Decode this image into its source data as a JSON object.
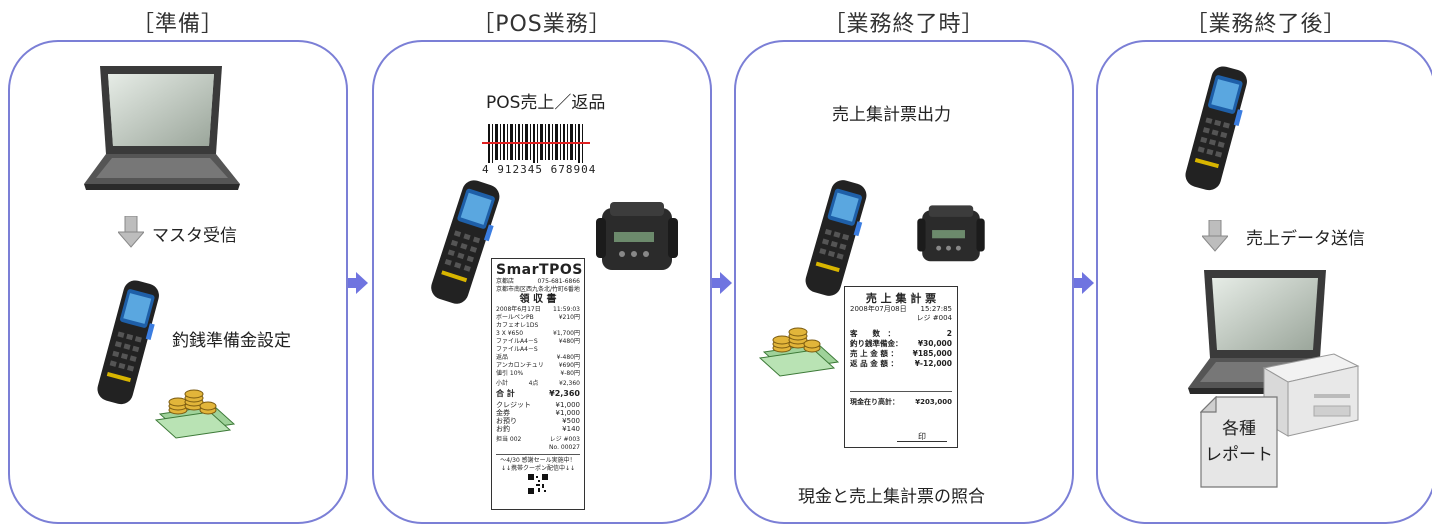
{
  "stages": [
    {
      "title": "［準備］",
      "labels": {
        "step": "マスタ受信",
        "sub": "釣銭準備金設定"
      }
    },
    {
      "title": "［POS業務］",
      "labels": {
        "main": "POS売上／返品",
        "barcode": "4 912345 678904"
      }
    },
    {
      "title": "［業務終了時］",
      "labels": {
        "main": "売上集計票出力",
        "bottom": "現金と売上集計票の照合"
      }
    },
    {
      "title": "［業務終了後］",
      "labels": {
        "step": "売上データ送信",
        "doc1": "各種",
        "doc2": "レポート"
      }
    }
  ],
  "receipt": {
    "brand": "SmarTPOS",
    "store": "京都店",
    "tel": "075-681-6866",
    "address": "京都市南区西九条北/竹町6番地",
    "heading": "領 収 書",
    "date": "2008年6月17日",
    "time": "11:59:03",
    "items": [
      [
        "ボールペンPB",
        "¥210円"
      ],
      [
        "カフェオレ1DS",
        ""
      ],
      [
        "3 X ¥650",
        "¥1,700円"
      ],
      [
        "ファイルA4－S",
        "¥480円"
      ],
      [
        "ファイルA4－S",
        ""
      ],
      [
        "返品",
        "¥-480円"
      ],
      [
        "アンカロンチュリ",
        "¥690円"
      ],
      [
        "値引 10%",
        "¥-80円"
      ]
    ],
    "subtotal_label": "小計",
    "subtotal_count": "4点",
    "subtotal_value": "¥2,360",
    "total_label": "合 計",
    "total_value": "¥2,360",
    "payments": [
      [
        "クレジット",
        "¥1,000"
      ],
      [
        "金券",
        "¥1,000"
      ],
      [
        "お預り",
        "¥500"
      ],
      [
        "お釣",
        "¥140"
      ]
    ],
    "staff": "担当 002",
    "register": "レジ #003",
    "number": "No. 00027",
    "footer1": "～4/30 感謝セール実施中！",
    "footer2": "↓↓携帯クーポン配信中↓↓"
  },
  "summary": {
    "heading": "売 上 集 計 票",
    "date": "2008年07月08日",
    "time": "15:27:85",
    "register": "レジ #004",
    "rows": [
      [
        "客　　数　：",
        "2"
      ],
      [
        "釣り銭準備金：",
        "¥30,000"
      ],
      [
        "売 上 金 額 ：",
        "¥185,000"
      ],
      [
        "返 品 金 額 ：",
        "¥-12,000"
      ]
    ],
    "cash_label": "現金在り高計：",
    "cash_value": "¥203,000",
    "seal": "印"
  },
  "colors": {
    "panel_border": "#7b7fd6",
    "arrow": "#6f74e0",
    "barcode_line": "#e02020"
  }
}
